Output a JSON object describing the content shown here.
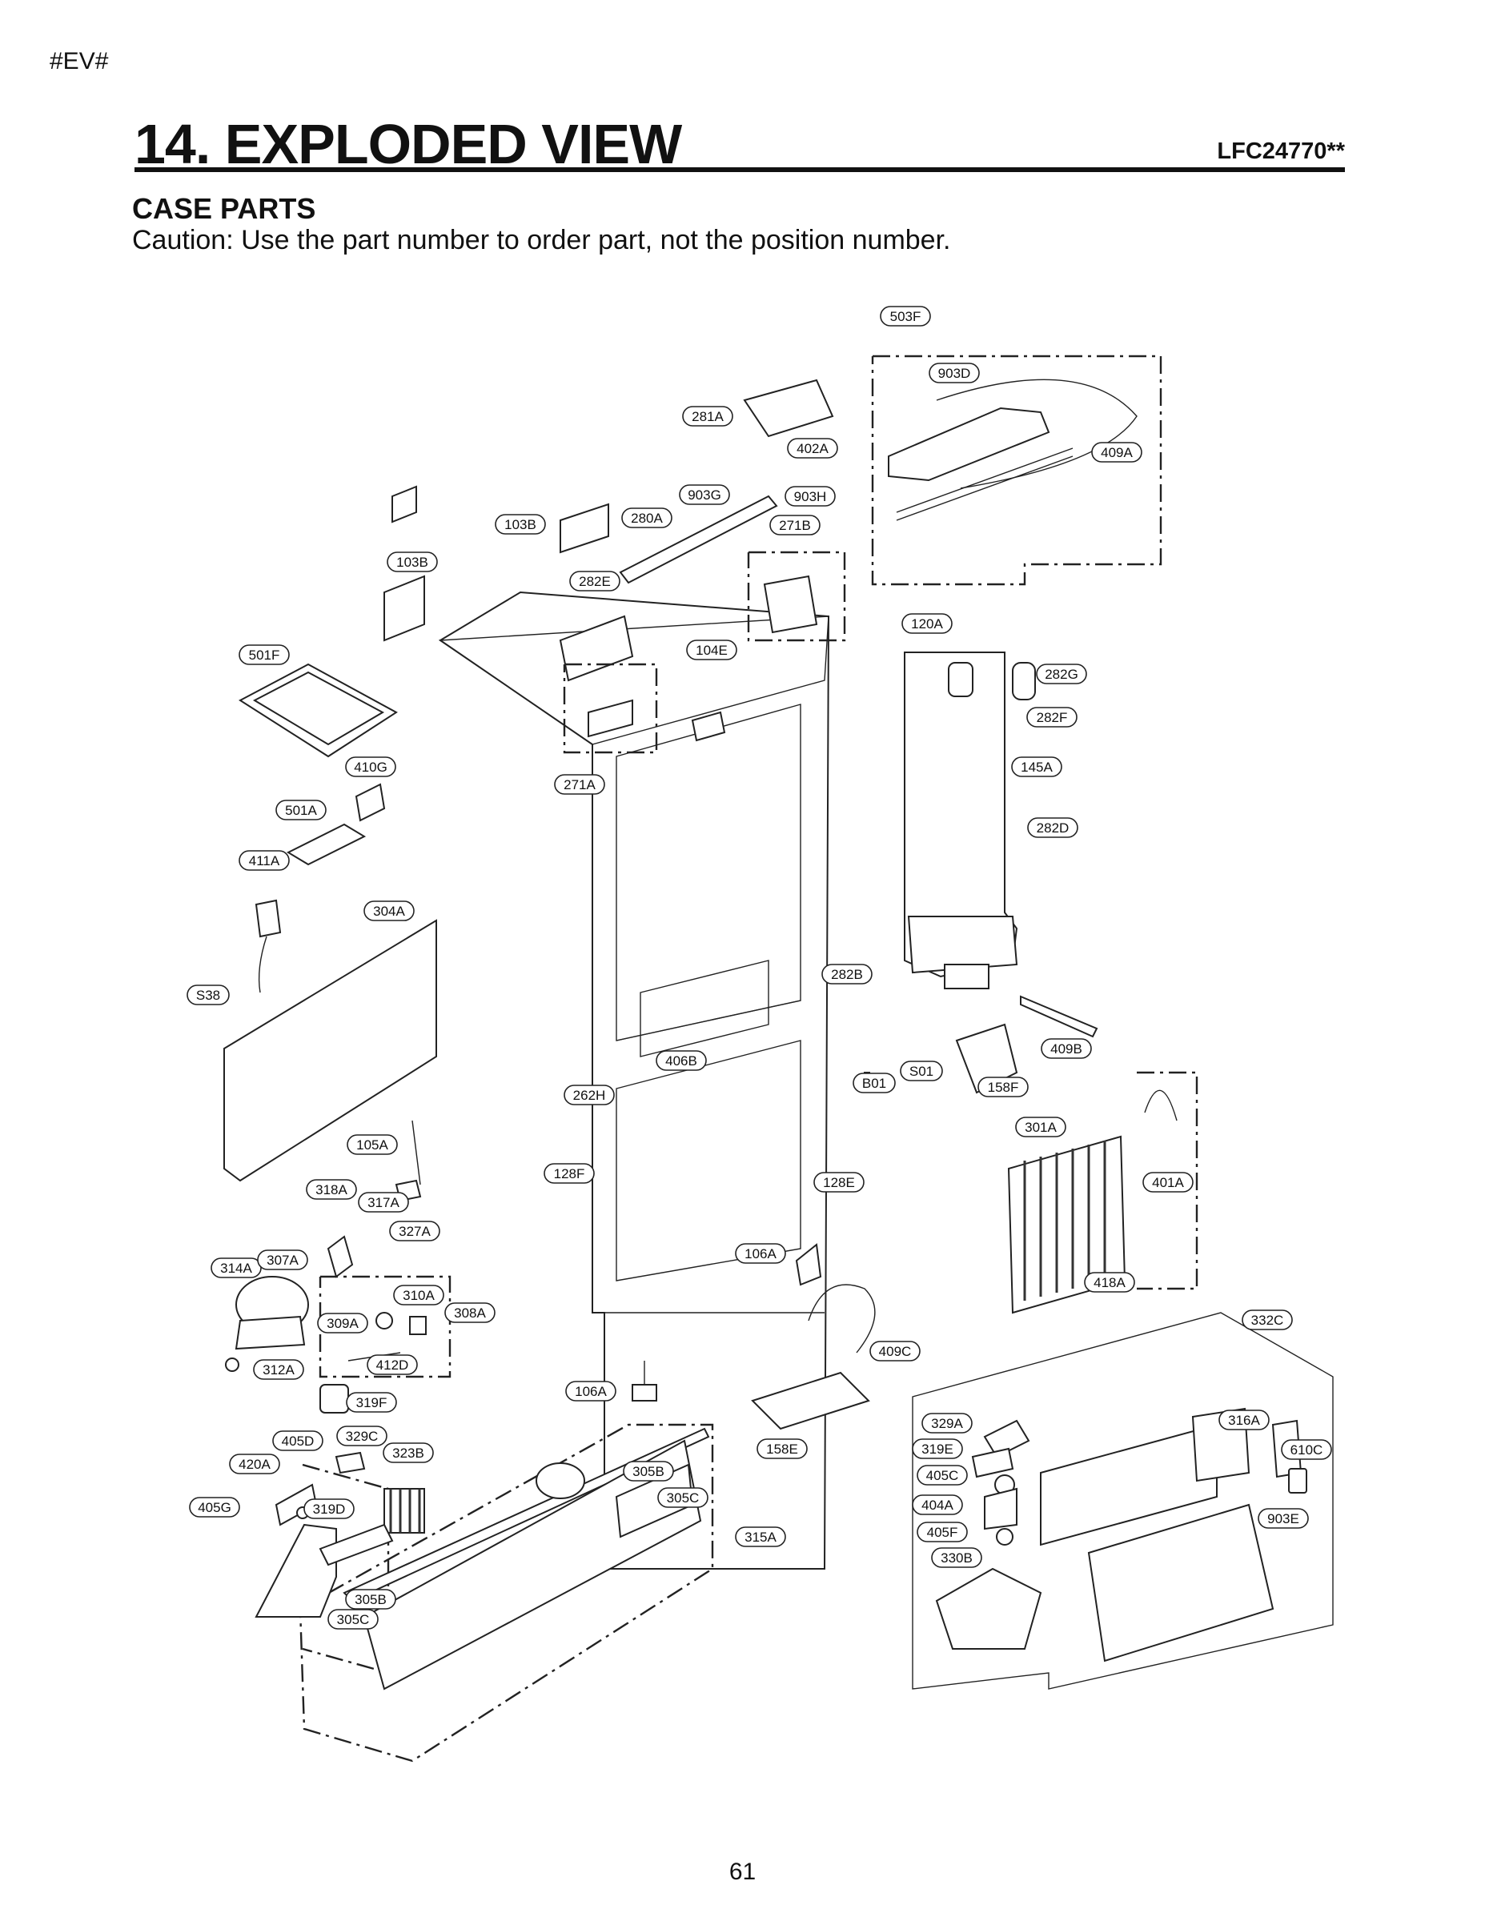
{
  "header": {
    "tag": "#EV#",
    "title": "14. EXPLODED VIEW",
    "model": "LFC24770**"
  },
  "section": {
    "heading": "CASE PARTS",
    "caution": "Caution: Use the part number to order part, not the position number."
  },
  "callouts": [
    "503F",
    "903D",
    "281A",
    "402A",
    "409A",
    "903G",
    "903H",
    "103B",
    "280A",
    "271B",
    "103B",
    "282E",
    "120A",
    "104E",
    "501F",
    "282G",
    "282F",
    "271A",
    "410G",
    "145A",
    "501A",
    "282D",
    "411A",
    "304A",
    "282B",
    "S38",
    "409B",
    "406B",
    "B01",
    "S01",
    "158F",
    "262H",
    "301A",
    "105A",
    "401A",
    "128F",
    "128E",
    "318A",
    "317A",
    "327A",
    "106A",
    "314A",
    "307A",
    "418A",
    "310A",
    "308A",
    "309A",
    "332C",
    "412D",
    "409C",
    "312A",
    "106A",
    "319F",
    "158E",
    "329A",
    "316A",
    "405D",
    "329C",
    "319E",
    "610C",
    "420A",
    "323B",
    "305B",
    "405C",
    "305C",
    "404A",
    "903E",
    "405G",
    "319D",
    "315A",
    "405F",
    "330B",
    "305B",
    "305C"
  ],
  "footer": {
    "page": "61"
  }
}
